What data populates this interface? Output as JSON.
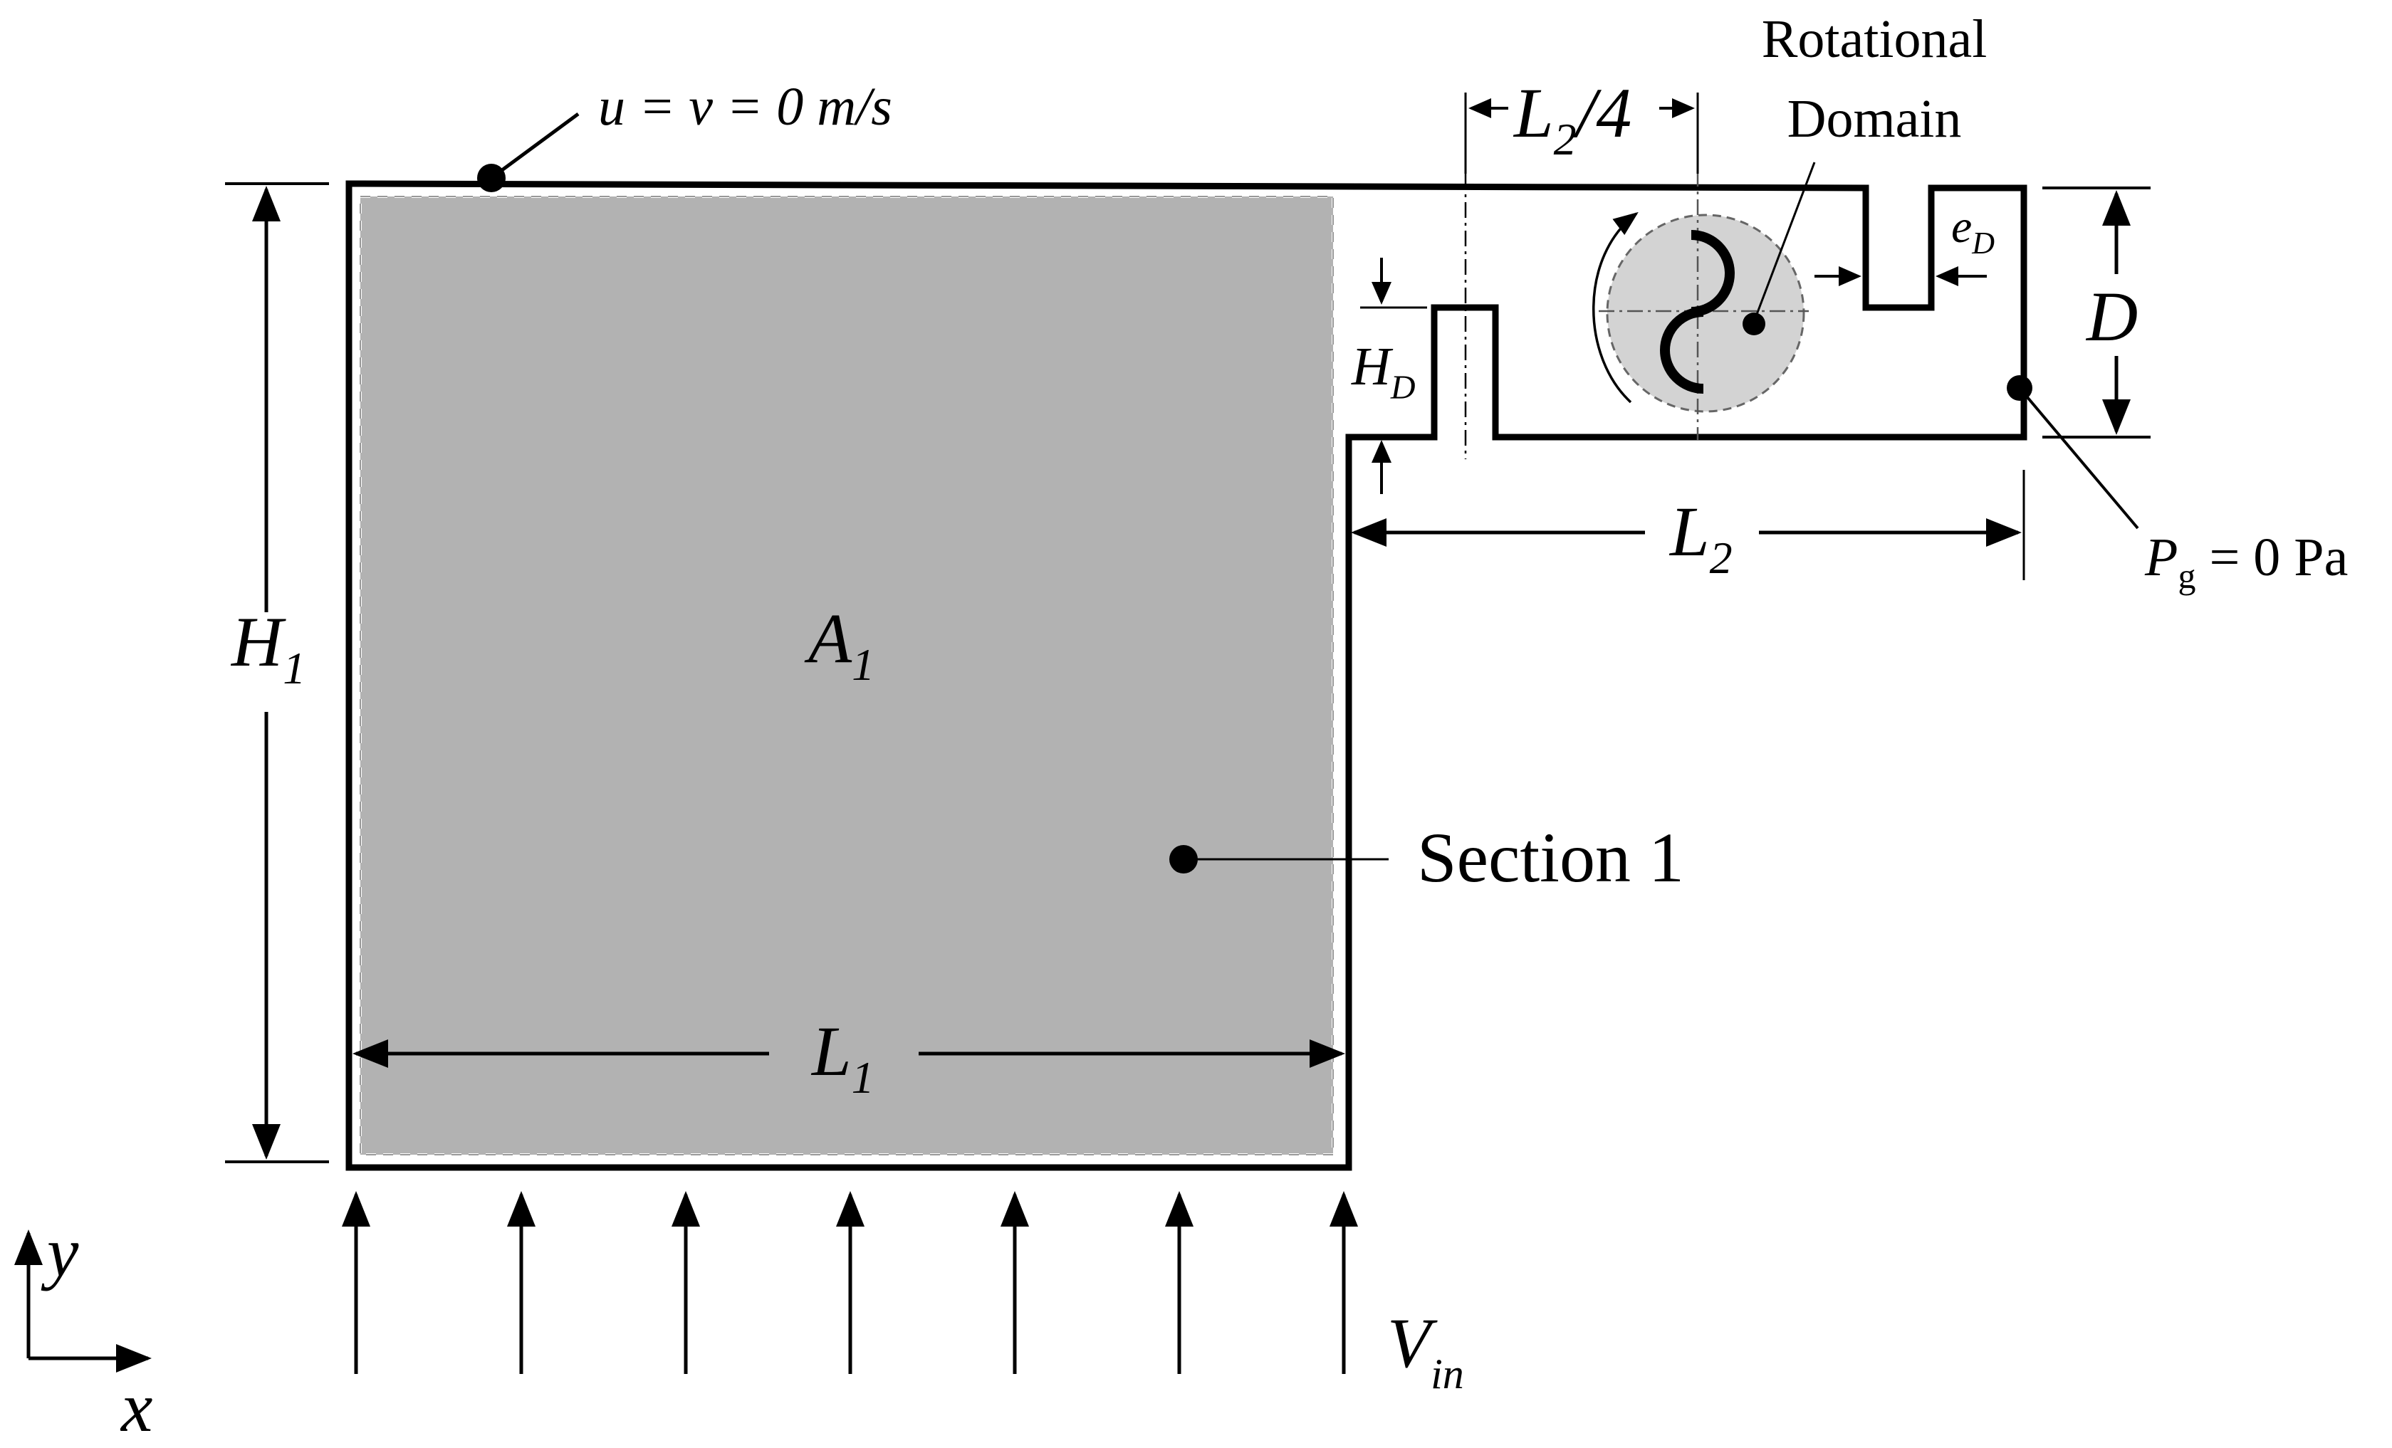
{
  "figure": {
    "boundary_condition_wall": "u = v = 0 m/s",
    "rotational_domain_line1": "Rotational",
    "rotational_domain_line2": "Domain",
    "section_label": "Section 1",
    "area_label": {
      "base": "A",
      "sub": "1"
    },
    "dims": {
      "H1": {
        "base": "H",
        "sub": "1"
      },
      "L1": {
        "base": "L",
        "sub": "1"
      },
      "L2": {
        "base": "L",
        "sub": "2"
      },
      "L2_4": {
        "base": "L",
        "sub": "2",
        "suffix": "/4"
      },
      "HD": {
        "base": "H",
        "sub": "D"
      },
      "eD": {
        "base": "e",
        "sub": "D"
      },
      "D": "D"
    },
    "outlet": {
      "base": "P",
      "sub": "g",
      "suffix": " = 0 Pa"
    },
    "inlet": {
      "base": "V",
      "sub": "in"
    },
    "axes": {
      "y": "y",
      "x": "x"
    }
  },
  "colors": {
    "section_fill": "#b2b2b2",
    "rotor_fill": "#d3d3d3",
    "ink": "#000000"
  }
}
